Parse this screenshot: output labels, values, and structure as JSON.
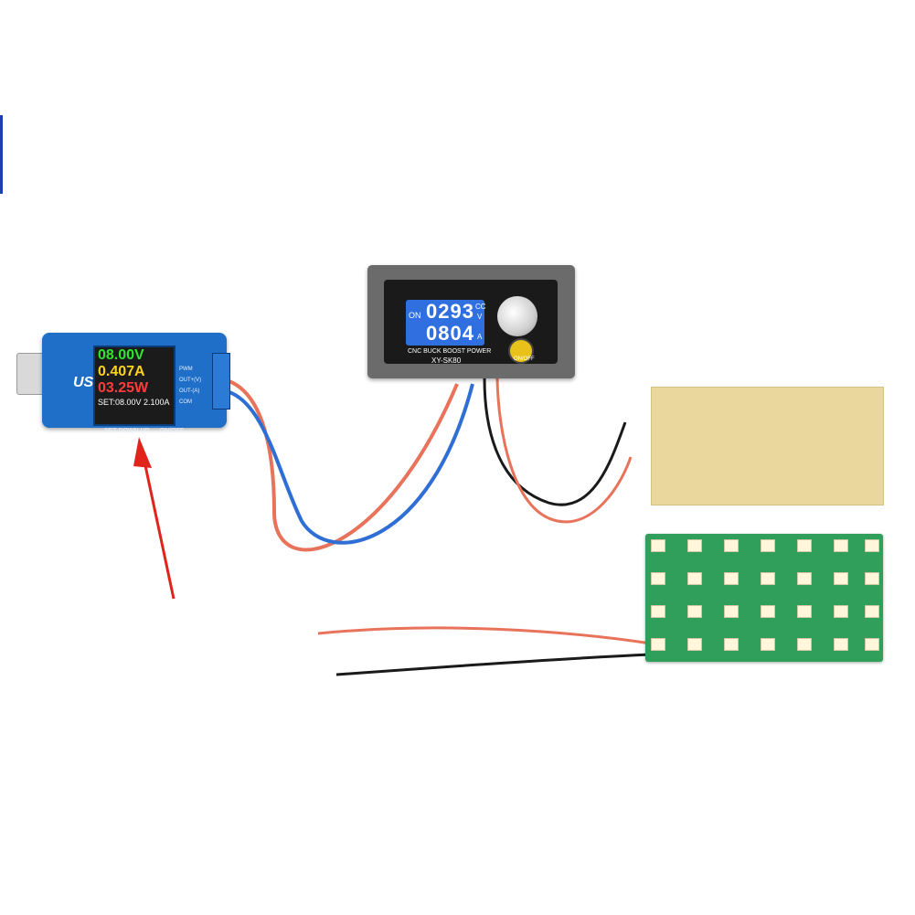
{
  "usb_meter": {
    "voltage": "08.00V",
    "current": "0.407A",
    "power": "03.25W",
    "set_line": "SET:08.00V 2.100A",
    "logo": "USB",
    "badge": "SET",
    "terminal_labels": [
      "PWM",
      "OUT+(V)",
      "OUT-(A)",
      "COM"
    ],
    "button_labels": "SET  DOWN  UP",
    "onoff_label": "ON/OFF",
    "colors": {
      "voltage": "#2ee62e",
      "current": "#ffd21a",
      "power": "#ff3b3b"
    }
  },
  "buck_boost": {
    "on_indicator": "ON",
    "voltage": "0293",
    "current": "0804",
    "cc_label": "CC",
    "v_unit": "V",
    "a_unit": "A",
    "title_line": "CNC BUCK BOOST POWER",
    "model": "XY-SK80",
    "switch_label": "ON/OFF"
  },
  "annotation": {
    "arrow_color": "#e0241b"
  }
}
